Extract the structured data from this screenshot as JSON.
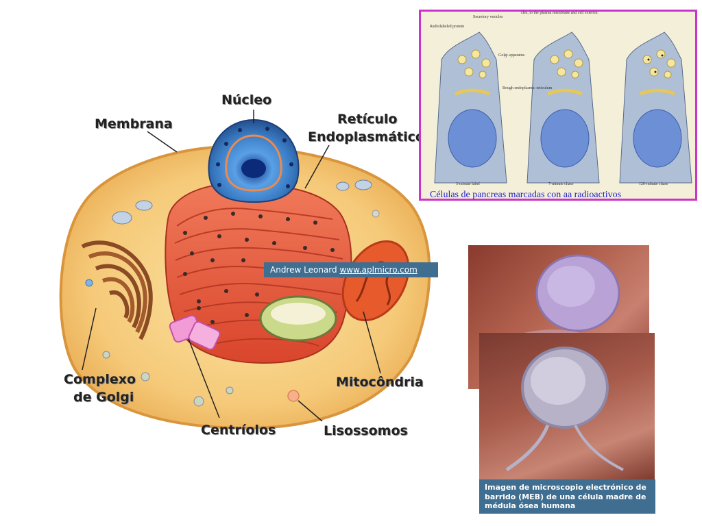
{
  "labels": {
    "nucleo": "Núcleo",
    "membrana": "Membrana",
    "reticulo_line1": "Retículo",
    "reticulo_line2": "Endoplasmático",
    "complexo_line1": "Complexo",
    "complexo_line2": "de Golgi",
    "mitocondria": "Mitocôndria",
    "centriolos": "Centríolos",
    "lisossomos": "Lisossomos"
  },
  "credit": {
    "author": "Andrew Leonard",
    "link": "www.aplmicro.com"
  },
  "panel": {
    "header_text": "cles, to the plasma membrane and cell exterior.",
    "secretory_vesicles": "Secretory vesicles",
    "radiolabeled_protein": "Radiolabeled protein",
    "golgi_apparatus": "Golgi apparatus",
    "rough_er": "Rough endoplasmic reticulum",
    "stage1": "3-minute label",
    "stage2": "7-minute chase",
    "stage3": "120-minute chase",
    "caption": "Células de pancreas marcadas con aa radioactivos"
  },
  "em_caption": "Imagen de microscopio electrónico de barrido (MEB) de una célula madre de médula ósea humana",
  "colors": {
    "cytoplasm": "#f3c676",
    "er": "#e8553a",
    "nucleus": "#3a7cc4",
    "panel_border": "#cc33cc",
    "caption_bg": "#3f6e91",
    "panel_caption": "#2222cc"
  }
}
